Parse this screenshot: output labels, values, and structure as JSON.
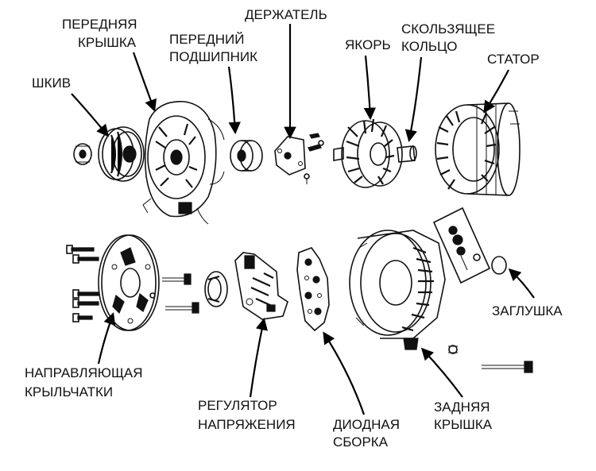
{
  "labels": {
    "front_cover_1": "ПЕРЕДНЯЯ",
    "front_cover_2": "КРЫШКА",
    "front_bearing_1": "ПЕРЕДНИЙ",
    "front_bearing_2": "ПОДШИПНИК",
    "holder": "ДЕРЖАТЕЛЬ",
    "slip_ring_1": "СКОЛЬЗЯЩЕЕ",
    "slip_ring_2": "КОЛЬЦО",
    "rotor": "ЯКОРЬ",
    "stator": "СТАТОР",
    "pulley": "ШКИВ",
    "plug": "ЗАГЛУШКА",
    "fan_guide_1": "НАПРАВЛЯЮЩАЯ",
    "fan_guide_2": "КРЫЛЬЧАТКИ",
    "regulator_1": "РЕГУЛЯТОР",
    "regulator_2": "НАПРЯЖЕНИЯ",
    "diode_1": "ДИОДНАЯ",
    "diode_2": "СБОРКА",
    "rear_cover_1": "ЗАДНЯЯ",
    "rear_cover_2": "КРЫШКА"
  },
  "colors": {
    "ink": "#111111",
    "background": "#ffffff"
  }
}
